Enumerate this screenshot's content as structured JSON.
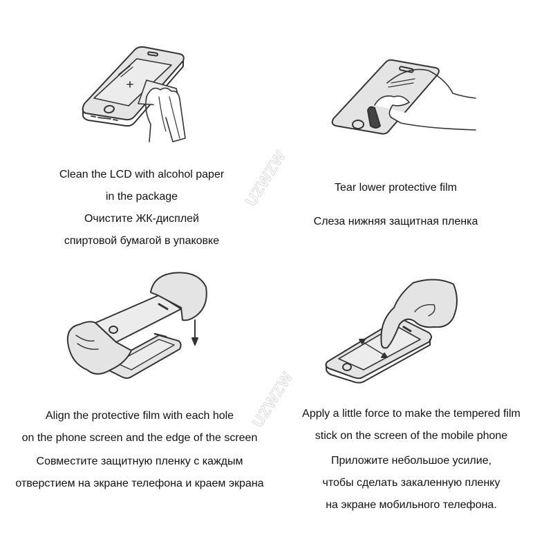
{
  "watermark": {
    "text": "UZWZW"
  },
  "steps": [
    {
      "id": 1,
      "illustration": "phone-wipe-with-cloth",
      "caption_lines": [
        "Clean the LCD with alcohol paper",
        "in the package",
        "Очистите ЖК-дисплей",
        "спиртовой бумагой в упаковке"
      ]
    },
    {
      "id": 2,
      "illustration": "hand-peeling-film",
      "caption_lines": [
        "Tear lower protective film",
        "Слеза нижняя защитная пленка"
      ]
    },
    {
      "id": 3,
      "illustration": "hands-aligning-film-over-phone",
      "caption_lines": [
        "Align the protective film with each hole",
        "on the phone screen and the edge of the screen",
        "Совместите защитную пленку с каждым",
        "отверстием на экране телефона и краем экрана"
      ]
    },
    {
      "id": 4,
      "illustration": "finger-pressing-phone-screen",
      "caption_lines": [
        "Apply a little force to make the tempered film",
        "stick on the screen of the mobile phone",
        "Приложите небольшое усилие,",
        "чтобы сделать закаленную пленку",
        "на экране мобильного телефона."
      ]
    }
  ],
  "colors": {
    "background": "#ffffff",
    "text": "#111111",
    "illustration_fill": "#e4e4e4",
    "illustration_stroke": "#333333",
    "watermark": "#d2d2d2"
  }
}
